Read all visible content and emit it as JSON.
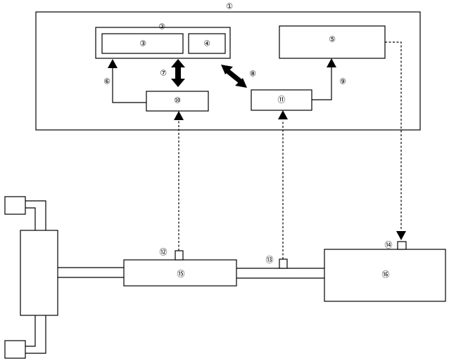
{
  "labels": {
    "n1": "①",
    "n2": "②",
    "n3": "③",
    "n4": "④",
    "n5": "⑤",
    "n6": "⑥",
    "n7": "⑦",
    "n8": "⑧",
    "n9": "⑨",
    "n10": "⑩",
    "n11": "⑪",
    "n12": "⑫",
    "n13": "⑬",
    "n14": "⑭",
    "n15": "⑮",
    "n16": "⑯"
  }
}
